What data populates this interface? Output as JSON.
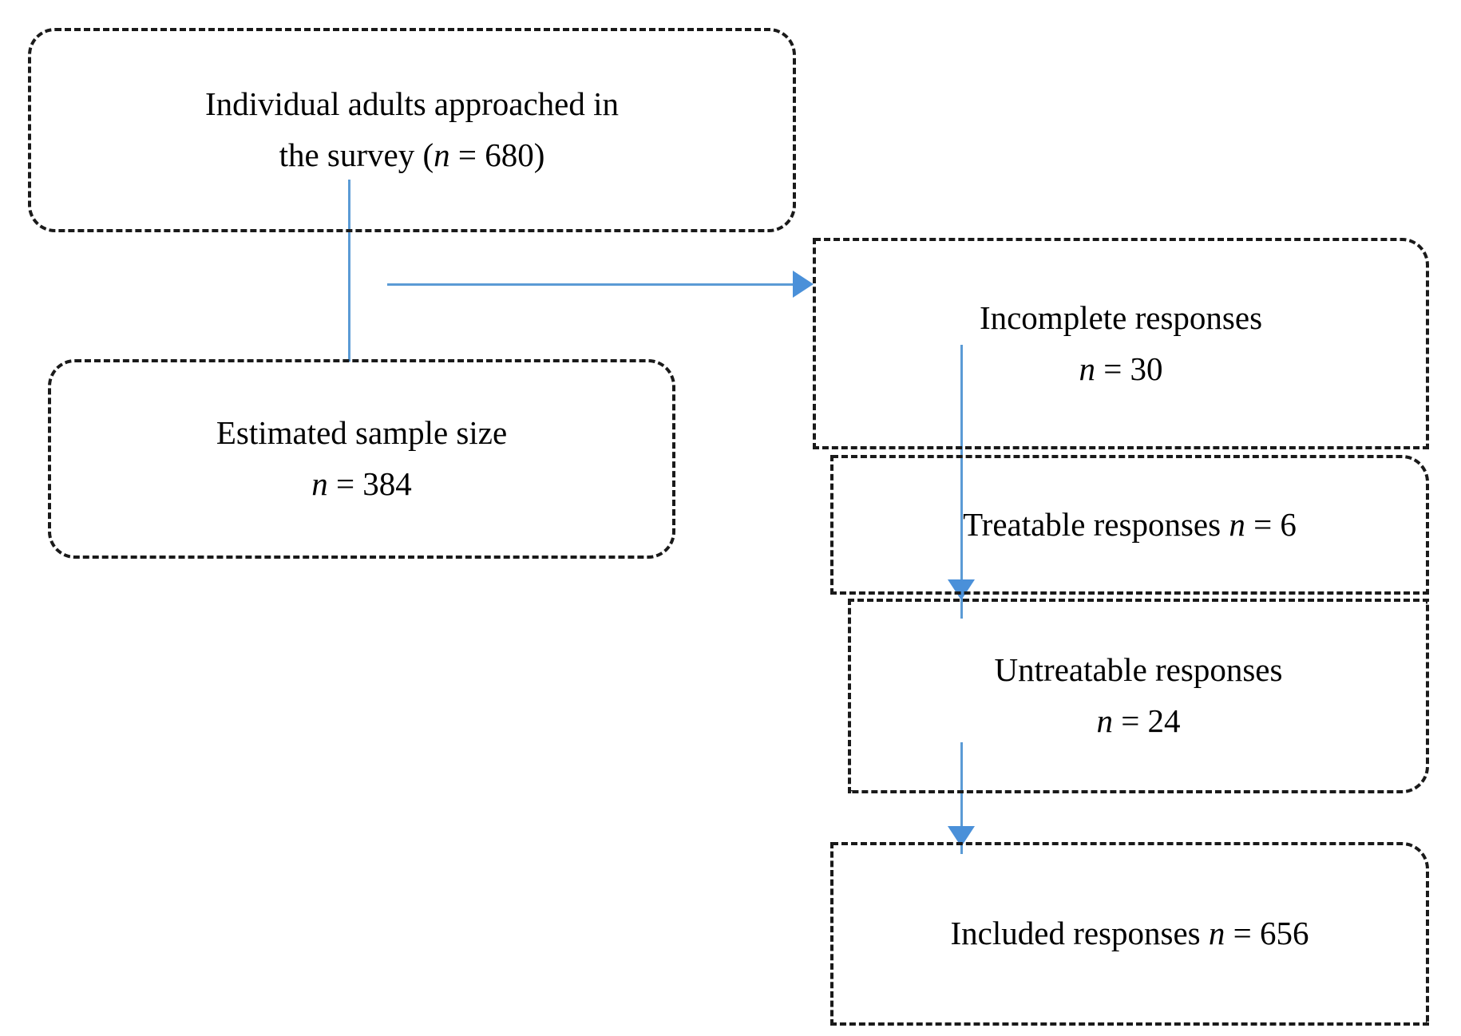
{
  "diagram": {
    "type": "flowchart",
    "title": "Survey response flow diagram",
    "colors": {
      "box_border": "#1a1a1a",
      "connector": "#5b9bd5",
      "arrowhead": "#4a90d9",
      "text": "#000000",
      "background": "#ffffff"
    },
    "nodes": [
      {
        "id": "approached",
        "lines": [
          "Individual adults approached in",
          "the survey (n = 680)"
        ],
        "line1": "Individual adults approached in",
        "line2_prefix": "the survey (",
        "line2_italic": "n",
        "line2_suffix": " = 680)",
        "n": 680
      },
      {
        "id": "sample",
        "lines": [
          "Estimated sample size",
          "n = 384"
        ],
        "line1": "Estimated sample size",
        "line2_italic": "n",
        "line2_suffix": " = 384",
        "n": 384
      },
      {
        "id": "incomplete",
        "lines": [
          "Incomplete responses",
          "n = 30"
        ],
        "line1": "Incomplete responses",
        "line2_italic": "n",
        "line2_suffix": " = 30",
        "n": 30
      },
      {
        "id": "treatable",
        "lines": [
          "Treatable responses n = 6"
        ],
        "line1_prefix": "Treatable responses ",
        "line1_italic": "n",
        "line1_suffix": " = 6",
        "n": 6
      },
      {
        "id": "untreatable",
        "lines": [
          "Untreatable responses",
          "n = 24"
        ],
        "line1": "Untreatable responses",
        "line2_italic": "n",
        "line2_suffix": " = 24",
        "n": 24
      },
      {
        "id": "included",
        "lines": [
          "Included responses n = 656"
        ],
        "line1_prefix": "Included responses ",
        "line1_italic": "n",
        "line1_suffix": " = 656",
        "n": 656
      }
    ],
    "edges": [
      {
        "from": "approached",
        "to": "sample",
        "style": "plain-line"
      },
      {
        "from": "approached",
        "to": "incomplete",
        "style": "arrow-right"
      },
      {
        "from": "incomplete",
        "to": "treatable",
        "style": "plain-line"
      },
      {
        "from": "treatable",
        "to": "untreatable",
        "style": "arrow-down"
      },
      {
        "from": "untreatable",
        "to": "included",
        "style": "arrow-down"
      }
    ]
  }
}
